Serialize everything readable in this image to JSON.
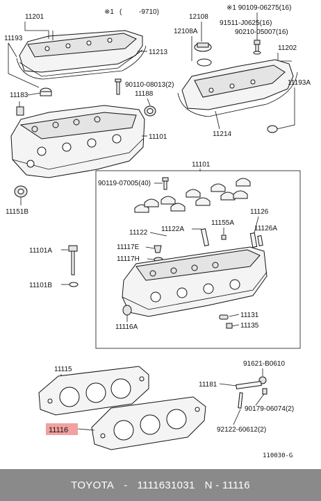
{
  "header": {
    "mark": "※1",
    "paren_open": "(",
    "range": "-9710)"
  },
  "labels": {
    "l11201": "11201",
    "l11193": "11193",
    "l11213": "11213",
    "l11183": "11183",
    "l90110": "90110-08013(2)",
    "l11188": "11188",
    "l11101": "11101",
    "l11151B": "11151B",
    "l12108": "12108",
    "l12108A": "12108A",
    "l90109": "※1 90109-06275(16)",
    "l91511": "91511-J0625(16)",
    "l90210": "90210-05007(16)",
    "l11202": "11202",
    "l11193A": "11193A",
    "l11214": "11214",
    "l11101box": "11101",
    "l90119": "90119-07005(40)",
    "l11126": "11126",
    "l11122": "11122",
    "l11122A": "11122A",
    "l11155A": "11155A",
    "l11126A": "11126A",
    "l11117E": "11117E",
    "l11117H": "11117H",
    "l11101A": "11101A",
    "l11101B": "11101B",
    "l11116A": "11116A",
    "l11131": "11131",
    "l11135": "11135",
    "l11115": "11115",
    "l11116": "11116",
    "l91621": "91621-B0610",
    "l11181": "11181",
    "l90179": "90179-06074(2)",
    "l92122": "92122-60612(2)",
    "l_code": "110030-G"
  },
  "highlight_color": "#f2a0a0",
  "footer": {
    "brand": "TOYOTA",
    "sep1": "-",
    "part_number": "1111631031",
    "suffix": "N - 11116"
  }
}
